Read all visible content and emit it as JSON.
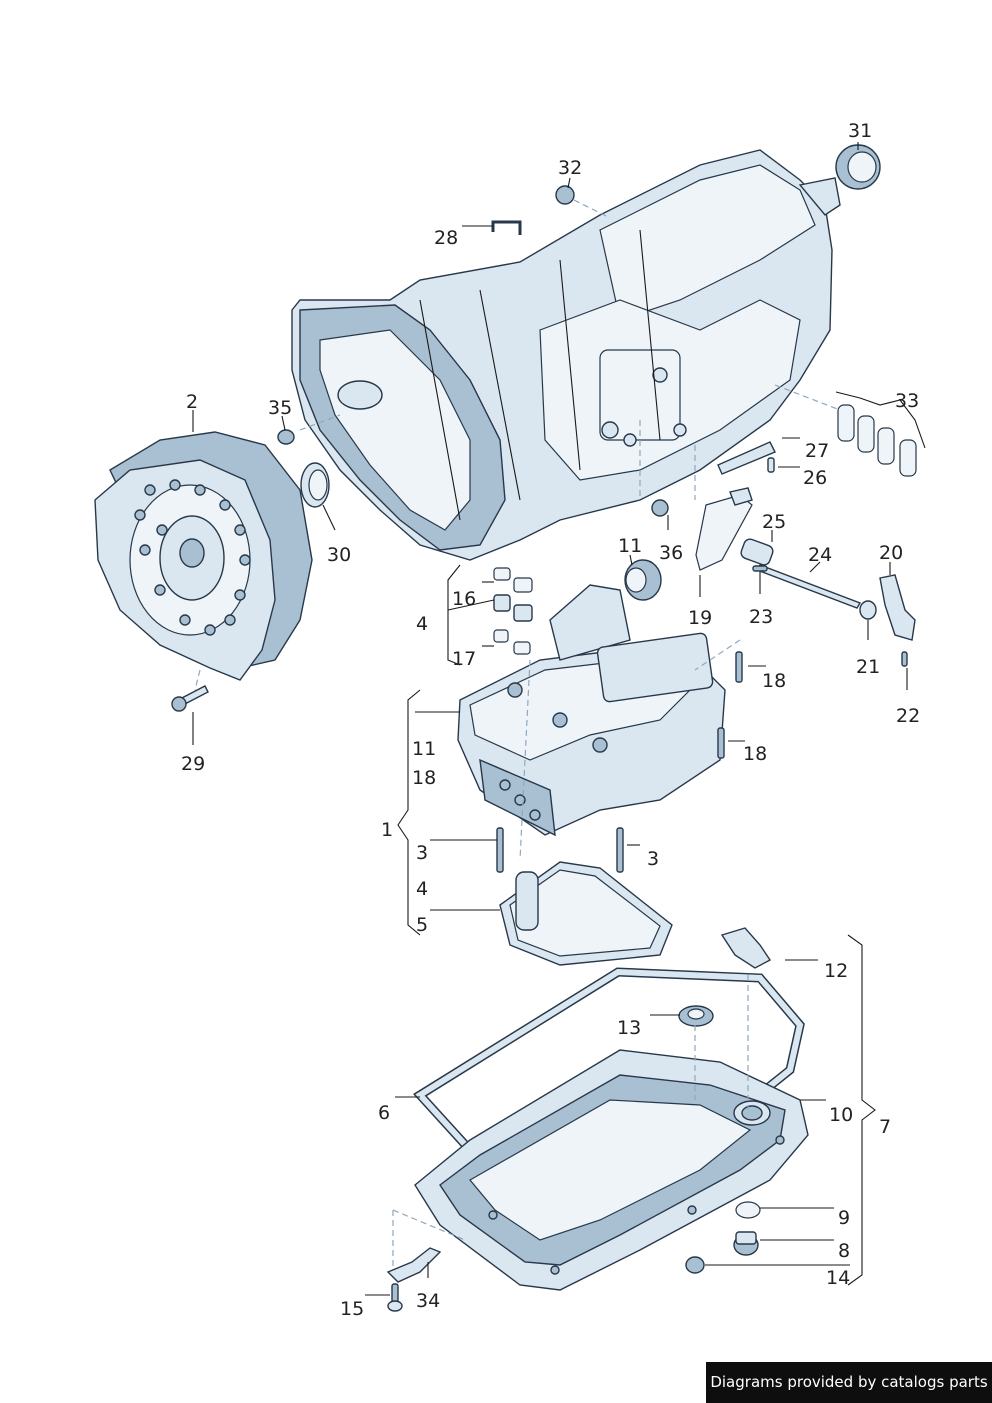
{
  "callouts": {
    "c1": "1",
    "c2": "2",
    "c3a": "3",
    "c3b": "3",
    "c4a": "4",
    "c4b": "4",
    "c5": "5",
    "c6": "6",
    "c7": "7",
    "c8": "8",
    "c9": "9",
    "c10": "10",
    "c11a": "11",
    "c11b": "11",
    "c12": "12",
    "c13": "13",
    "c14": "14",
    "c15": "15",
    "c16": "16",
    "c17": "17",
    "c18a": "18",
    "c18b": "18",
    "c18c": "18",
    "c19": "19",
    "c20": "20",
    "c21": "21",
    "c22": "22",
    "c23": "23",
    "c24": "24",
    "c25": "25",
    "c26": "26",
    "c27": "27",
    "c28": "28",
    "c29": "29",
    "c30": "30",
    "c31": "31",
    "c32": "32",
    "c33": "33",
    "c34": "34",
    "c35": "35",
    "c36": "36"
  },
  "footer": {
    "credit": "Diagrams provided by catalogs parts"
  }
}
